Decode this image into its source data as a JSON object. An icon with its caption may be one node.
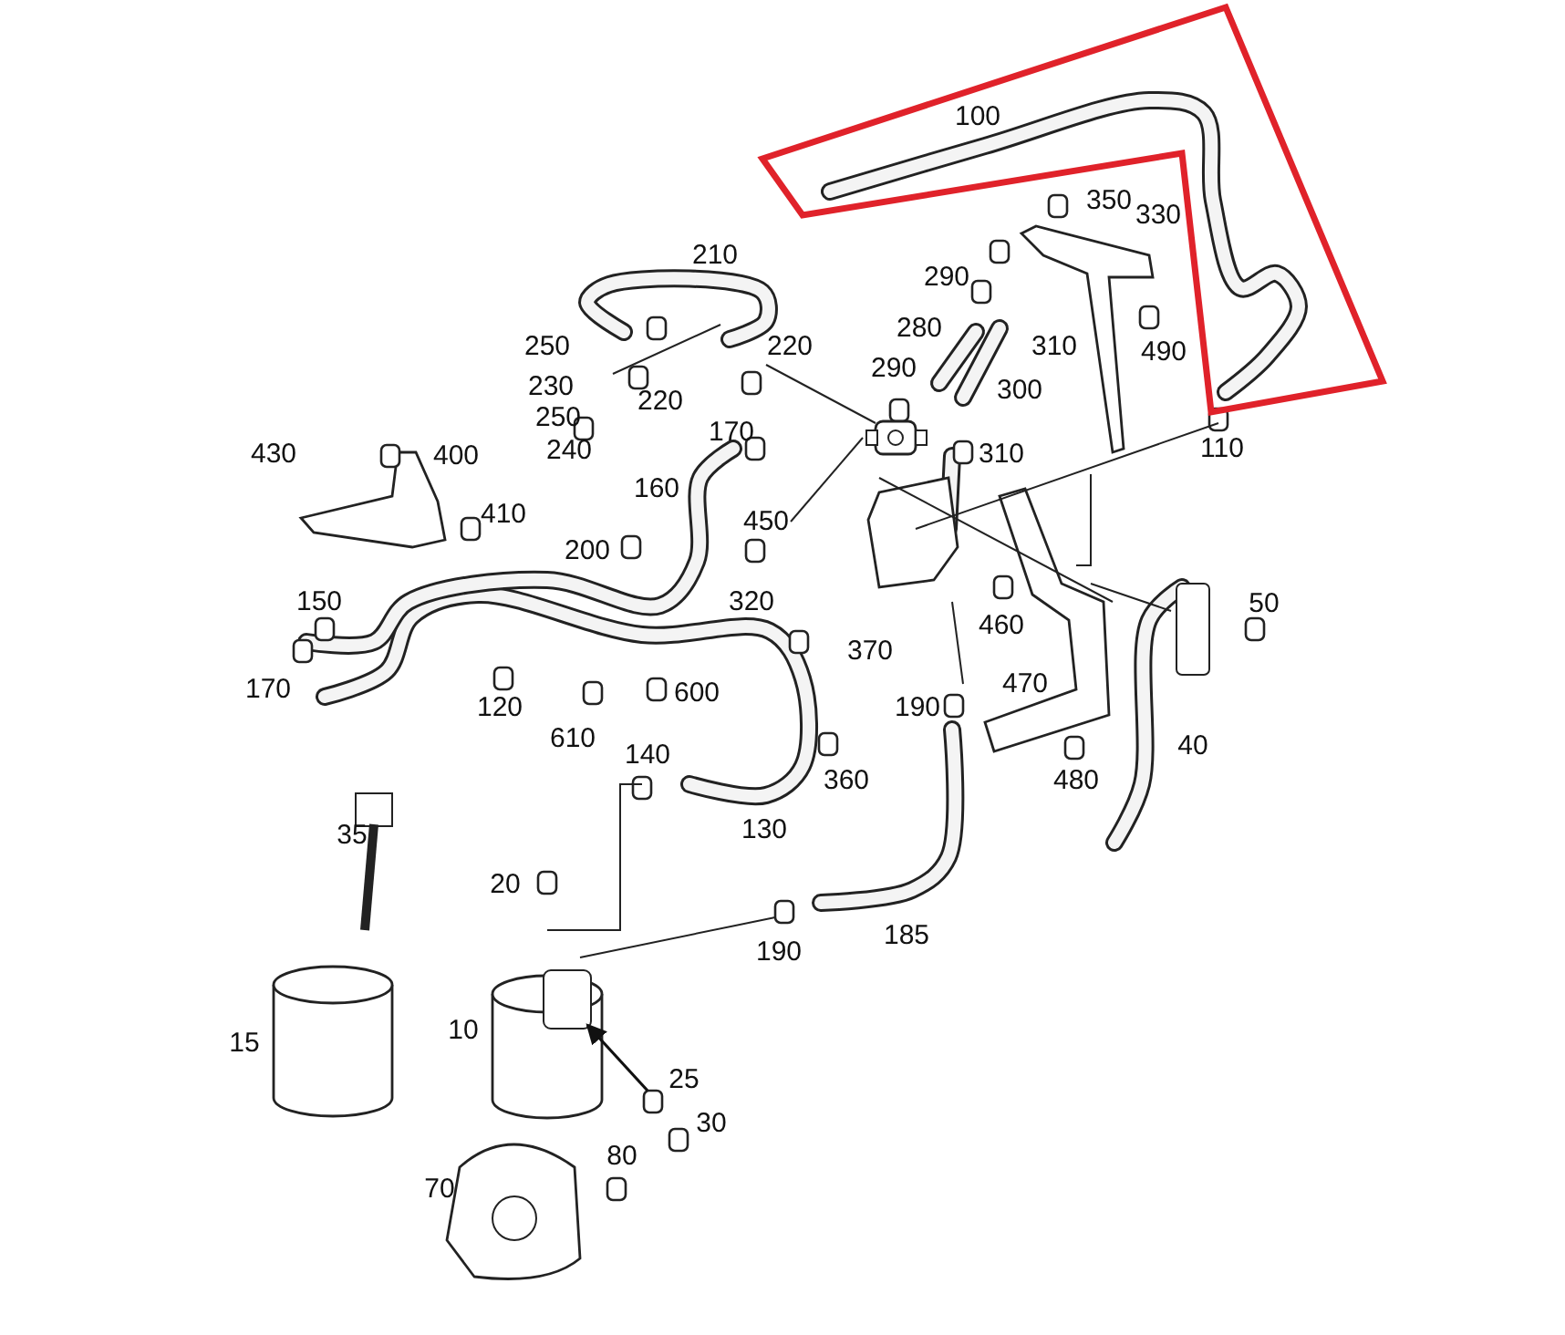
{
  "diagram": {
    "nodes": [
      {
        "text": [
          "450"
        ]
      },
      {
        "text": [],
        "shape": "picture"
      }
    ],
    "edges": [
      {
        "from": 0,
        "to": 1,
        "arrow": "none"
      }
    ],
    "labels": [
      "100",
      "350",
      "210",
      "330",
      "290",
      "280",
      "310",
      "490",
      "250",
      "220",
      "230",
      "290",
      "250",
      "220",
      "300",
      "240",
      "170",
      "310",
      "430",
      "400",
      "110",
      "160",
      "410",
      "200",
      "320",
      "150",
      "460",
      "50",
      "370",
      "600",
      "170",
      "120",
      "470",
      "610",
      "190",
      "40",
      "140",
      "480",
      "360",
      "130",
      "35",
      "20",
      "190",
      "185",
      "15",
      "10",
      "25",
      "30",
      "80",
      "70"
    ]
  }
}
